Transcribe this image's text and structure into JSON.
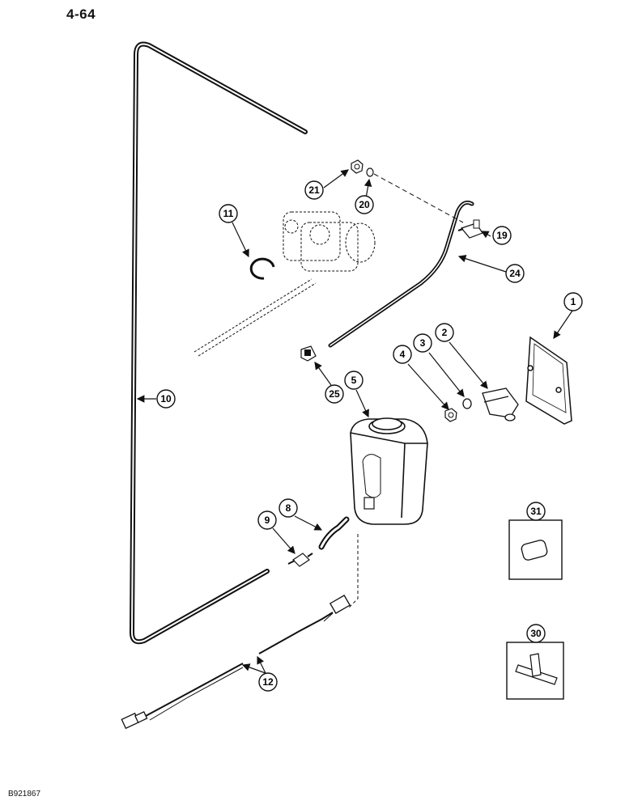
{
  "page_number": "4-64",
  "drawing_id": "B921867",
  "callouts": {
    "c1": "1",
    "c2": "2",
    "c3": "3",
    "c4": "4",
    "c5": "5",
    "c8": "8",
    "c9": "9",
    "c10": "10",
    "c11": "11",
    "c12": "12",
    "c19": "19",
    "c20": "20",
    "c21": "21",
    "c24": "24",
    "c25": "25",
    "c30": "30",
    "c31": "31"
  }
}
